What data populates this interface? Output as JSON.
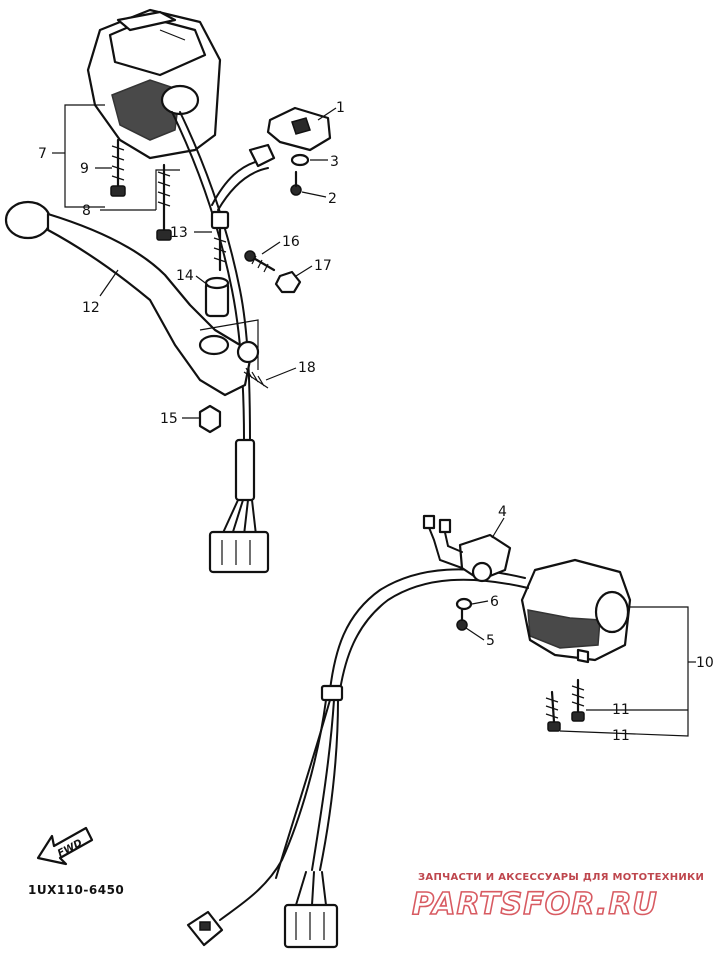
{
  "callouts": [
    {
      "id": "1",
      "label": "1"
    },
    {
      "id": "2",
      "label": "2"
    },
    {
      "id": "3",
      "label": "3"
    },
    {
      "id": "4",
      "label": "4"
    },
    {
      "id": "5",
      "label": "5"
    },
    {
      "id": "6",
      "label": "6"
    },
    {
      "id": "7",
      "label": "7"
    },
    {
      "id": "8",
      "label": "8"
    },
    {
      "id": "9",
      "label": "9"
    },
    {
      "id": "10",
      "label": "10"
    },
    {
      "id": "11a",
      "label": "11"
    },
    {
      "id": "11b",
      "label": "11"
    },
    {
      "id": "12",
      "label": "12"
    },
    {
      "id": "13",
      "label": "13"
    },
    {
      "id": "14",
      "label": "14"
    },
    {
      "id": "15",
      "label": "15"
    },
    {
      "id": "16",
      "label": "16"
    },
    {
      "id": "17",
      "label": "17"
    },
    {
      "id": "18",
      "label": "18"
    }
  ],
  "direction_marker": {
    "label": "FWD"
  },
  "diagram_code": "1UX110-6450",
  "watermark": {
    "tagline": "ЗАПЧАСТИ И АКСЕССУАРЫ ДЛЯ МОТОТЕХНИКИ",
    "brand": "PARTSFOR.RU"
  }
}
